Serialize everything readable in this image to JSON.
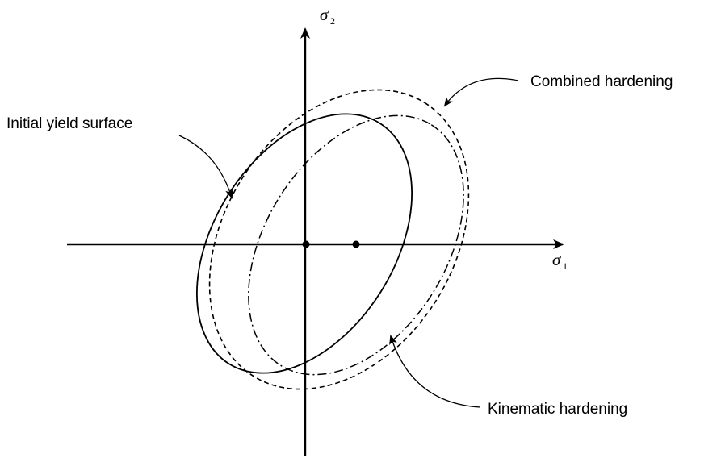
{
  "axes": {
    "x_label": "σ",
    "x_subscript": "1",
    "y_label": "σ",
    "y_subscript": "2"
  },
  "curves": {
    "initial": {
      "label": "Initial yield surface",
      "style": "solid"
    },
    "kinematic": {
      "label": "Kinematic hardening",
      "style": "dash-dot"
    },
    "combined": {
      "label": "Combined hardening",
      "style": "dashed"
    }
  },
  "points": {
    "origin": "origin",
    "shifted_center": "shifted-center"
  },
  "colors": {
    "ink": "#000000",
    "background": "#ffffff"
  }
}
